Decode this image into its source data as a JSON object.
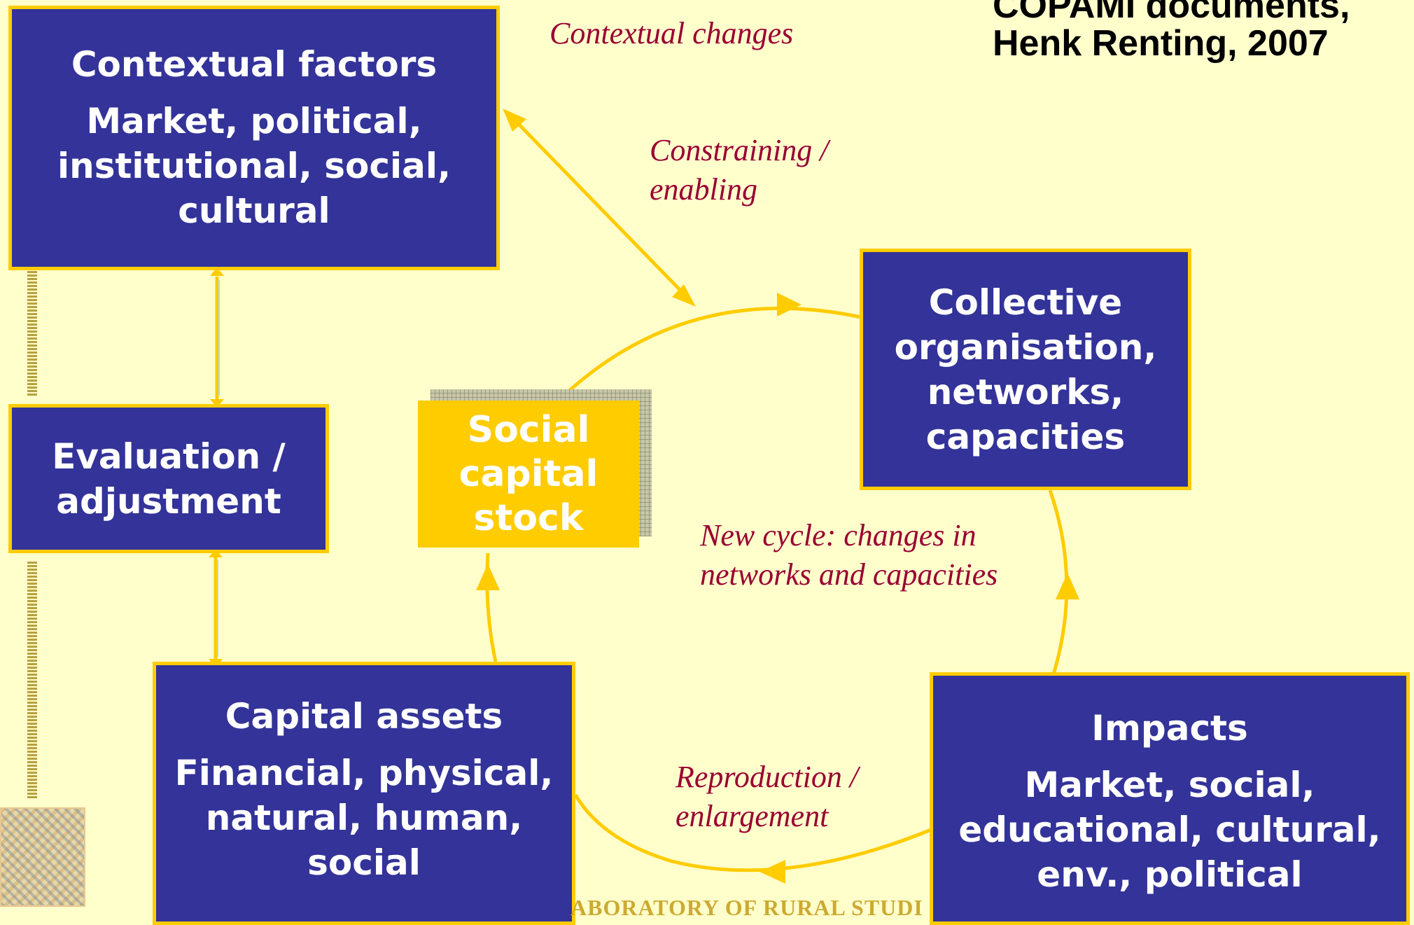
{
  "credit": {
    "line1": "COPAMI documents,",
    "line2": "Henk Renting, 2007"
  },
  "boxes": {
    "contextual": {
      "title": "Contextual factors",
      "l1": "Market, political,",
      "l2": "institutional, social,",
      "l3": "cultural"
    },
    "evaluation": {
      "l1": "Evaluation /",
      "l2": "adjustment"
    },
    "collective": {
      "l1": "Collective",
      "l2": "organisation,",
      "l3": "networks,",
      "l4": "capacities"
    },
    "capital": {
      "title": "Capital assets",
      "l1": "Financial, physical,",
      "l2": "natural, human, social"
    },
    "impacts": {
      "title": "Impacts",
      "l1": "Market, social,",
      "l2": "educational, cultural,",
      "l3": "env., political"
    },
    "social": {
      "l1": "Social",
      "l2": "capital",
      "l3": "stock"
    }
  },
  "labels": {
    "contextual_changes": "Contextual changes",
    "constraining": {
      "l1": "Constraining /",
      "l2": "enabling"
    },
    "new_cycle": {
      "l1": "New cycle: changes in",
      "l2": "networks and capacities"
    },
    "reproduction": {
      "l1": "Reproduction /",
      "l2": "enlargement"
    }
  },
  "footer": "ABORATORY OF RURAL STUDI",
  "colors": {
    "background": "#FFFFCC",
    "box_fill": "#333399",
    "accent": "#FFCC00",
    "label_text": "#990033",
    "box_text": "#FFFFFF"
  }
}
